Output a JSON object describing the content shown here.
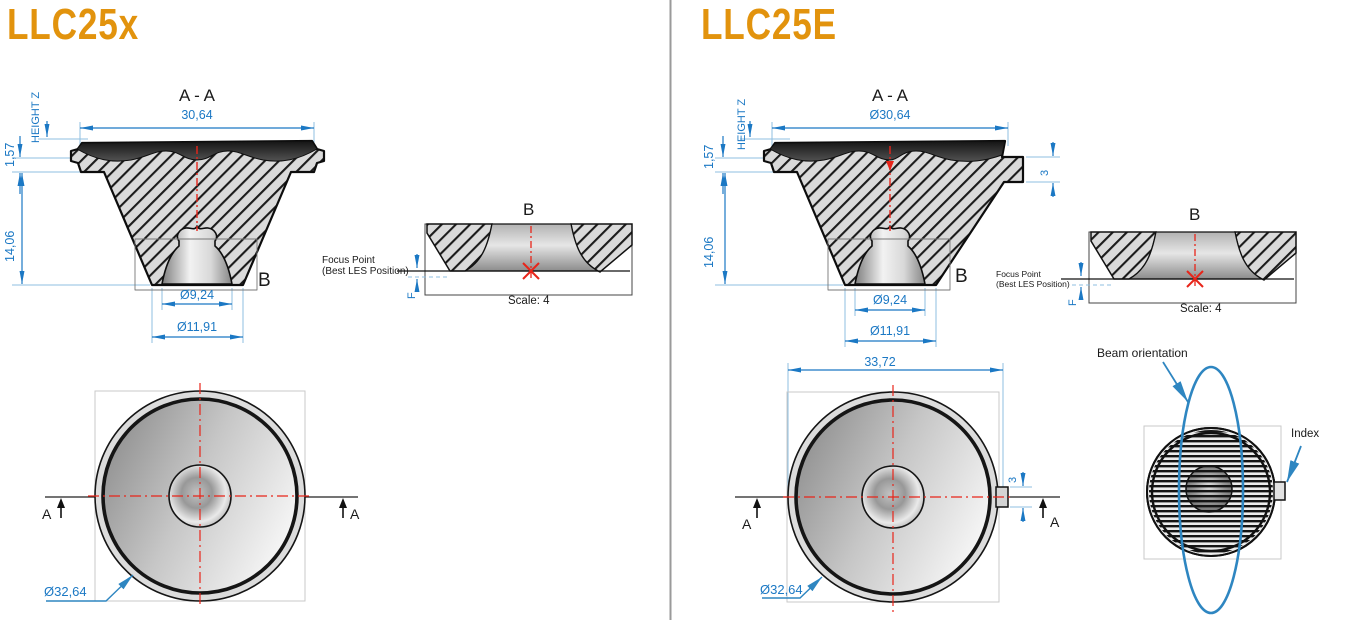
{
  "colors": {
    "title_orange": "#e2930d",
    "dimension_blue": "#1b78c4",
    "extension_blue": "#8fbfe0",
    "centerline_red": "#e8251a",
    "leader_blue": "#2e86c1"
  },
  "left": {
    "title": "LLC25x",
    "section": {
      "view_label": "A - A",
      "dim_width": "30,64",
      "height_z": "HEIGHT Z",
      "dim_157": "1,57",
      "dim_1406": "14,06",
      "dim_924": "Ø9,24",
      "dim_1191": "Ø11,91",
      "detail_letter": "B"
    },
    "detail": {
      "view_label": "B",
      "focus_line1": "Focus Point",
      "focus_line2": "(Best LES Position)",
      "f_label": "F",
      "scale_label": "Scale: 4"
    },
    "top": {
      "marker_left": "A",
      "marker_right": "A",
      "dim_diameter": "Ø32,64"
    }
  },
  "right": {
    "title": "LLC25E",
    "section": {
      "view_label": "A - A",
      "dim_width": "Ø30,64",
      "height_z": "HEIGHT Z",
      "dim_157": "1,57",
      "dim_1406": "14,06",
      "dim_924": "Ø9,24",
      "dim_1191": "Ø11,91",
      "dim_tab": "3",
      "detail_letter": "B"
    },
    "detail": {
      "view_label": "B",
      "focus_line1": "Focus Point",
      "focus_line2": "(Best LES Position)",
      "f_label": "F",
      "scale_label": "Scale: 4"
    },
    "top": {
      "dim_width": "33,72",
      "dim_tab": "3",
      "marker_left": "A",
      "marker_right": "A",
      "dim_diameter": "Ø32,64"
    },
    "beam": {
      "label": "Beam orientation",
      "index_label": "Index"
    }
  }
}
